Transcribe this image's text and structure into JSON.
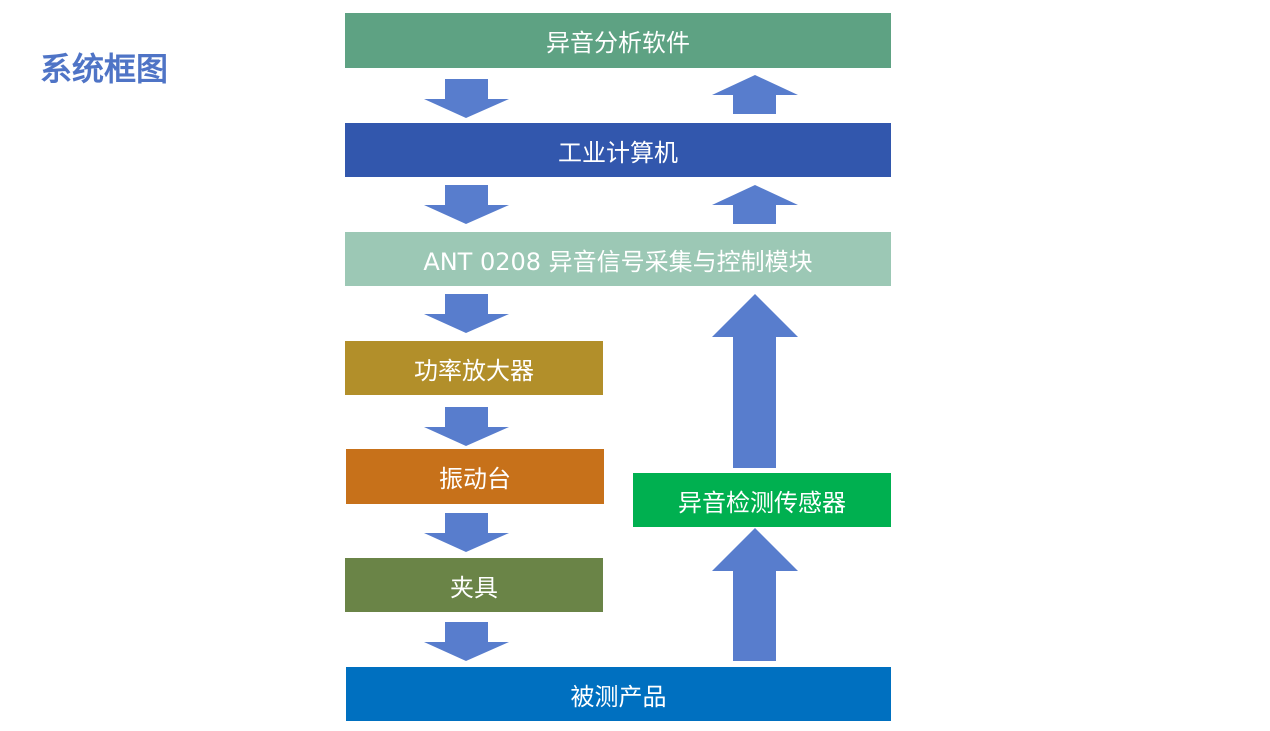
{
  "title": "系统框图",
  "colors": {
    "arrow": "#587dcd",
    "software": "#5ea283",
    "computer": "#3257ad",
    "module": "#9cc8b5",
    "amplifier": "#b28f2a",
    "shaker": "#c7711a",
    "fixture": "#6a8447",
    "sensor": "#00b050",
    "product": "#0070c0"
  },
  "nodes": {
    "software": "异音分析软件",
    "computer": "工业计算机",
    "module": "ANT 0208 异音信号采集与控制模块",
    "amplifier": "功率放大器",
    "shaker": "振动台",
    "fixture": "夹具",
    "sensor": "异音检测传感器",
    "product": "被测产品"
  }
}
